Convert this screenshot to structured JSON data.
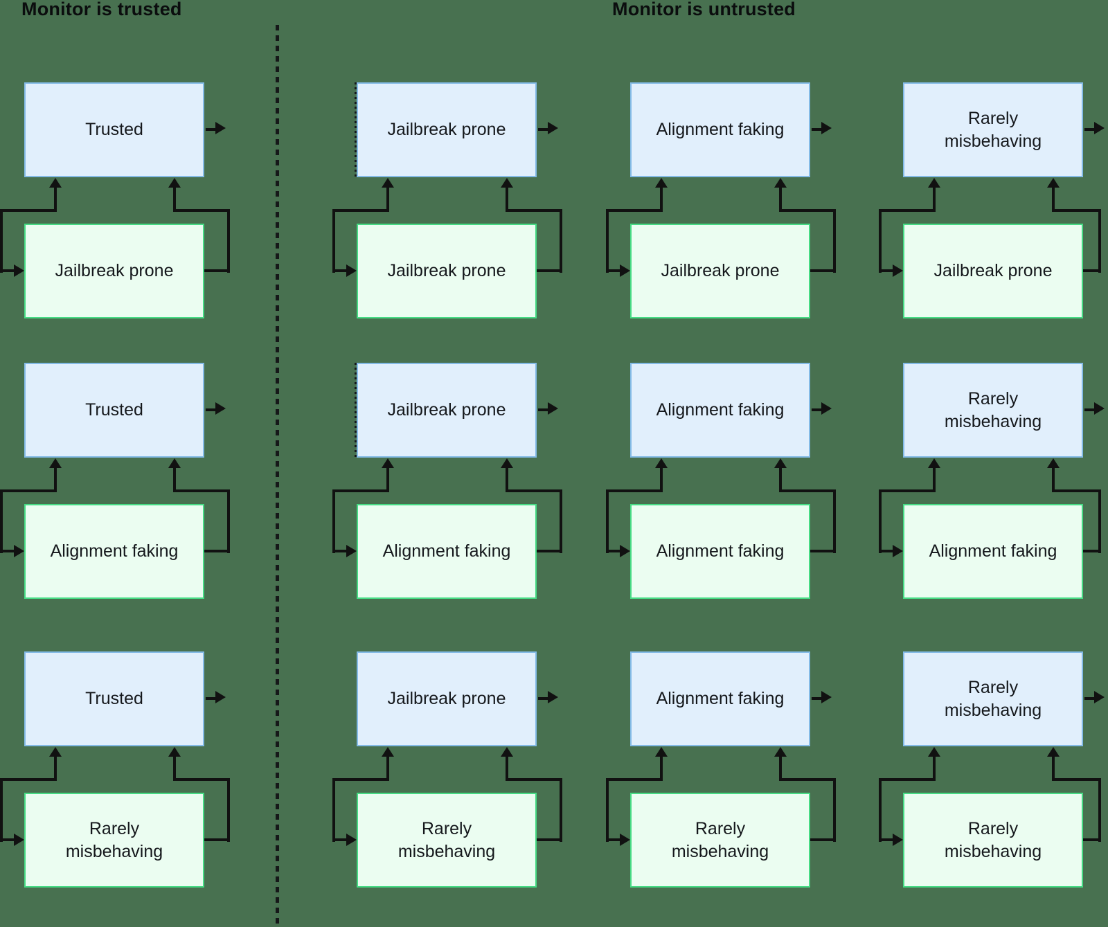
{
  "headers": {
    "left": "Monitor is trusted",
    "right": "Monitor is untrusted"
  },
  "colors": {
    "background": "#487150",
    "monitor_box_fill": "#e1effc",
    "monitor_box_border": "#84bbe7",
    "policy_box_fill": "#ebfdf1",
    "policy_box_border": "#46db84",
    "arrow": "#111111",
    "text": "#15181c"
  },
  "cells": [
    {
      "row": 0,
      "col": 0,
      "monitor": "Trusted",
      "policy": "Jailbreak prone"
    },
    {
      "row": 0,
      "col": 1,
      "monitor": "Jailbreak prone",
      "policy": "Jailbreak prone",
      "left_edge_dotted": true
    },
    {
      "row": 0,
      "col": 2,
      "monitor": "Alignment faking",
      "policy": "Jailbreak prone"
    },
    {
      "row": 0,
      "col": 3,
      "monitor": "Rarely misbehaving",
      "policy": "Jailbreak prone"
    },
    {
      "row": 1,
      "col": 0,
      "monitor": "Trusted",
      "policy": "Alignment faking"
    },
    {
      "row": 1,
      "col": 1,
      "monitor": "Jailbreak prone",
      "policy": "Alignment faking",
      "left_edge_dotted": true
    },
    {
      "row": 1,
      "col": 2,
      "monitor": "Alignment faking",
      "policy": "Alignment faking"
    },
    {
      "row": 1,
      "col": 3,
      "monitor": "Rarely misbehaving",
      "policy": "Alignment faking"
    },
    {
      "row": 2,
      "col": 0,
      "monitor": "Trusted",
      "policy": "Rarely misbehaving"
    },
    {
      "row": 2,
      "col": 1,
      "monitor": "Jailbreak prone",
      "policy": "Rarely misbehaving"
    },
    {
      "row": 2,
      "col": 2,
      "monitor": "Alignment faking",
      "policy": "Rarely misbehaving"
    },
    {
      "row": 2,
      "col": 3,
      "monitor": "Rarely misbehaving",
      "policy": "Rarely misbehaving"
    }
  ]
}
